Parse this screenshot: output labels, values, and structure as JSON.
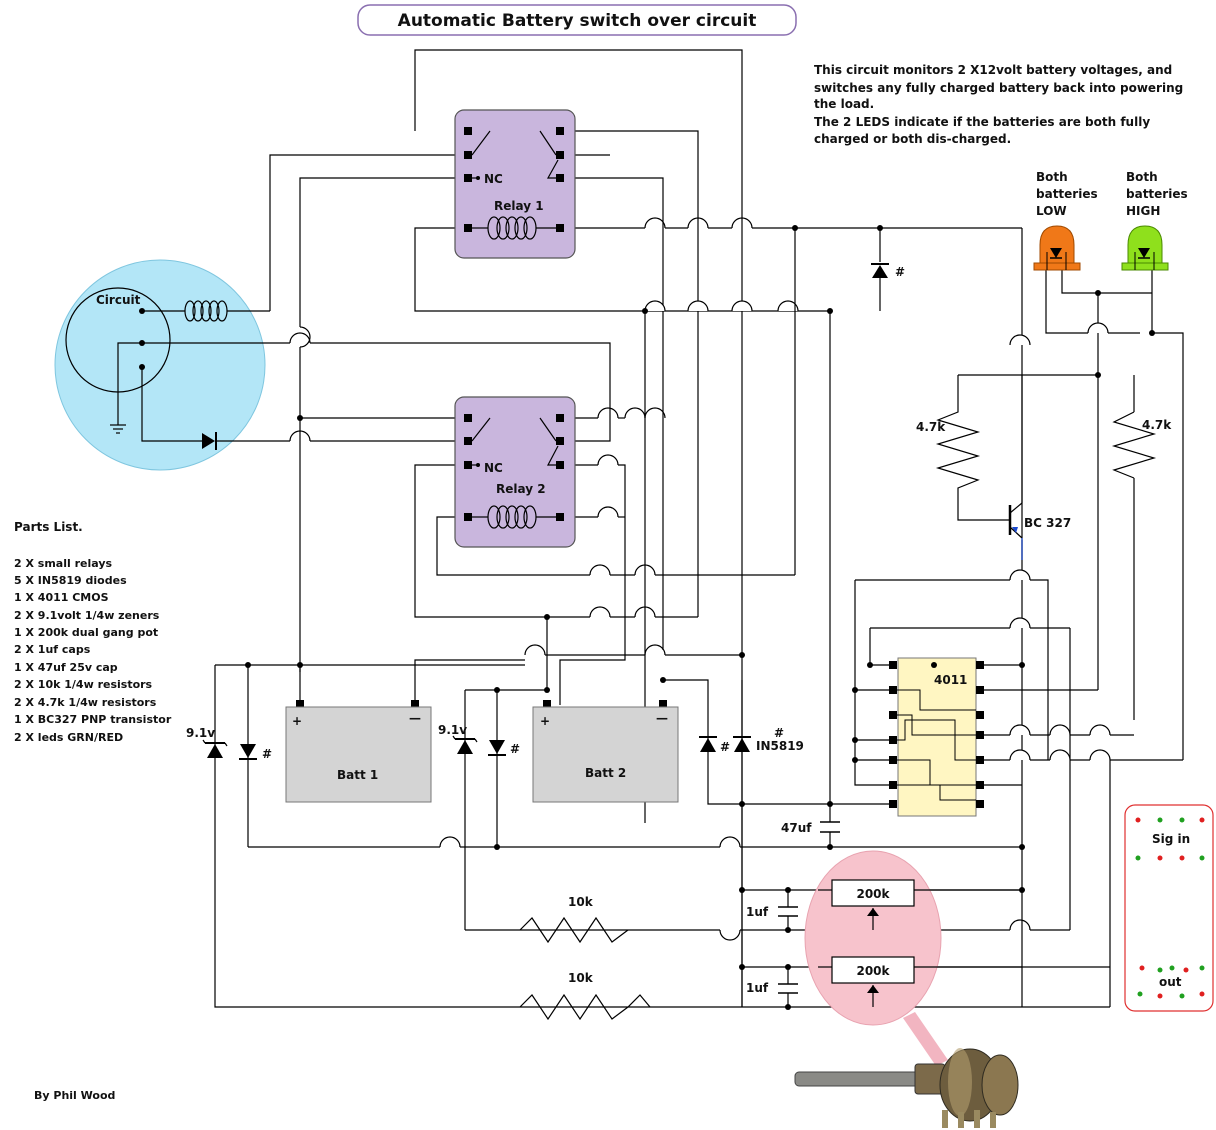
{
  "title": "Automatic Battery switch over circuit",
  "description_lines": [
    "This circuit monitors 2 X12volt battery voltages, and",
    "switches any fully charged battery back into powering",
    "the load.",
    "The 2 LEDS indicate if the batteries are both fully",
    "charged or both dis-charged."
  ],
  "led_labels": {
    "low": [
      "Both",
      "batteries",
      "LOW"
    ],
    "high": [
      "Both",
      "batteries",
      "HIGH"
    ]
  },
  "parts_list": {
    "heading": "Parts List.",
    "items": [
      "2 X small relays",
      "5 X IN5819 diodes",
      "1 X 4011 CMOS",
      "2 X 9.1volt 1/4w zeners",
      "1 X 200k dual gang pot",
      "2 X 1uf caps",
      "1 X 47uf 25v cap",
      "2 X 10k 1/4w resistors",
      "2 X 4.7k 1/4w resistors",
      "1 X BC327 PNP transistor",
      "2 X leds GRN/RED"
    ]
  },
  "author": "By Phil Wood",
  "components": {
    "relay1": "Relay 1",
    "relay2": "Relay 2",
    "nc": "NC",
    "circuit": "Circuit",
    "batt1": "Batt 1",
    "batt2": "Batt 2",
    "plus": "+",
    "minus": "—",
    "zener1": "9.1v",
    "zener2": "9.1v",
    "hash": "#",
    "diode_part": "IN5819",
    "ic": "4011",
    "transistor": "BC 327",
    "res_4k7_left": "4.7k",
    "res_4k7_right": "4.7k",
    "res_10k_top": "10k",
    "res_10k_bottom": "10k",
    "cap_47": "47uf",
    "cap_1uf_top": "1uf",
    "cap_1uf_bottom": "1uf",
    "pot_top": "200k",
    "pot_bottom": "200k"
  },
  "connector": {
    "sig_in": "Sig in",
    "out": "out"
  },
  "colors": {
    "relay_fill": "#c9b6dd",
    "circuit_fill": "#b3e6f7",
    "battery_fill": "#d4d4d4",
    "ic_fill": "#fff6c2",
    "pot_highlight": "#f7c3cc",
    "led_low": "#f07818",
    "led_high": "#8fe01c",
    "title_border": "#8a6fb0",
    "connector_border": "#e03030"
  }
}
